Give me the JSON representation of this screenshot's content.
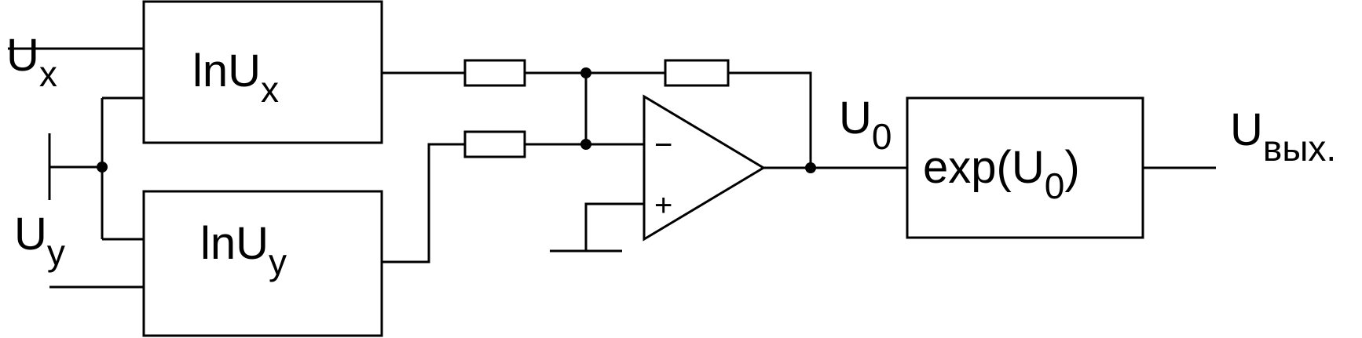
{
  "diagram": {
    "inputs": {
      "x": {
        "main": "U",
        "sub": "x"
      },
      "y": {
        "main": "U",
        "sub": "y"
      }
    },
    "blocks": {
      "log_x": {
        "main": "lnU",
        "sub": "x"
      },
      "log_y": {
        "main": "lnU",
        "sub": "y"
      },
      "exp": {
        "prefix": "exp(U",
        "sub": "0",
        "suffix": ")"
      }
    },
    "opamp": {
      "inverting": "−",
      "noninverting": "+"
    },
    "node_u0": {
      "main": "U",
      "sub": "0"
    },
    "output": {
      "main": "U",
      "sub": "вых."
    }
  }
}
